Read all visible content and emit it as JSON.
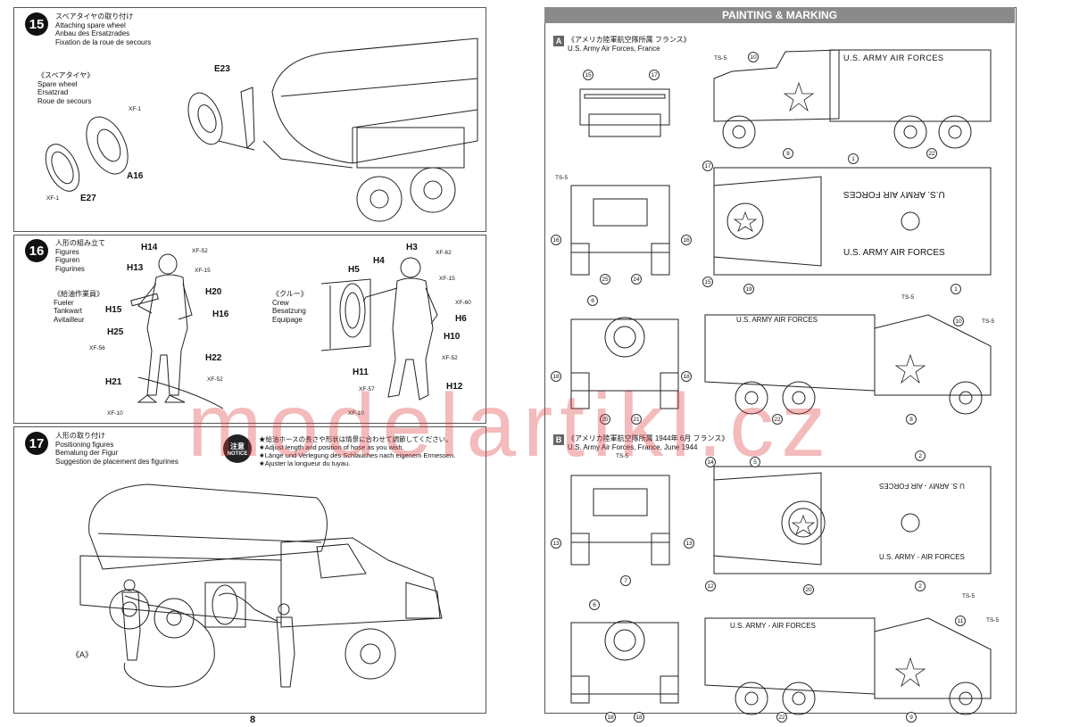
{
  "page_number": "8",
  "watermark": "modelartikl.cz",
  "step15": {
    "number": "15",
    "title": "スペアタイヤの取り付け\nAttaching spare wheel\nAnbau des Ersatzrades\nFixation de la roue de secours",
    "sub": "《スペアタイヤ》\nSpare wheel\nErsatzrad\nRoue de secours",
    "parts": [
      "E23",
      "XF-1",
      "A16",
      "XF-1",
      "E27"
    ]
  },
  "step16": {
    "number": "16",
    "title": "人形の組み立て\nFigures\nFiguren\nFigurines",
    "fueler": "《給油作業員》\nFueler\nTankwart\nAvitailleur",
    "crew": "《クルー》\nCrew\nBesatzung\nEquipage",
    "fueler_parts": [
      "H14",
      "XF-52",
      "H13",
      "XF-15",
      "H20",
      "H15",
      "H16",
      "H25",
      "XF-56",
      "H22",
      "H21",
      "XF-52",
      "XF-10"
    ],
    "crew_parts": [
      "H3",
      "XF-62",
      "H4",
      "H5",
      "XF-15",
      "XF-60",
      "H6",
      "H10",
      "XF-52",
      "H11",
      "XF-57",
      "H12",
      "XF-10"
    ]
  },
  "step17": {
    "number": "17",
    "title": "人形の取り付け\nPositioning figures\nBemalung der Figur\nSuggestion de placement des figurines",
    "notice_jp": "注意",
    "notice_en": "NOTICE",
    "notice_text": "★給油ホースの長さや形状は情景に合わせて調節してください。\n★Adjust length and position of hose as you wish.\n★Länge und Verlegung des Schlauches nach eigenem Ermessen.\n★Ajuster la longueur du tuyau.",
    "label_a": "《A》"
  },
  "painting": {
    "header": "PAINTING & MARKING",
    "scheme_a_tag": "A",
    "scheme_a": "《アメリカ陸軍航空隊所属 フランス》\nU.S. Army Air Forces, France",
    "scheme_b_tag": "B",
    "scheme_b": "《アメリカ陸軍航空隊所属 1944年 6月 フランス》\nU.S. Army Air Forces, France, June 1944",
    "ts5": "TS-5",
    "text_a": "U.S. ARMY AIR FORCES",
    "text_b": "U.S. ARMY - AIR FORCES",
    "numbers_a": [
      "15",
      "17",
      "10",
      "8",
      "22",
      "17",
      "1",
      "16",
      "16",
      "25",
      "24",
      "15",
      "19",
      "1",
      "6",
      "10",
      "18",
      "18",
      "25",
      "21",
      "22",
      "8"
    ],
    "numbers_b": [
      "14",
      "5",
      "2",
      "13",
      "13",
      "7",
      "12",
      "20",
      "2",
      "6",
      "11",
      "18",
      "18",
      "22",
      "9"
    ]
  }
}
